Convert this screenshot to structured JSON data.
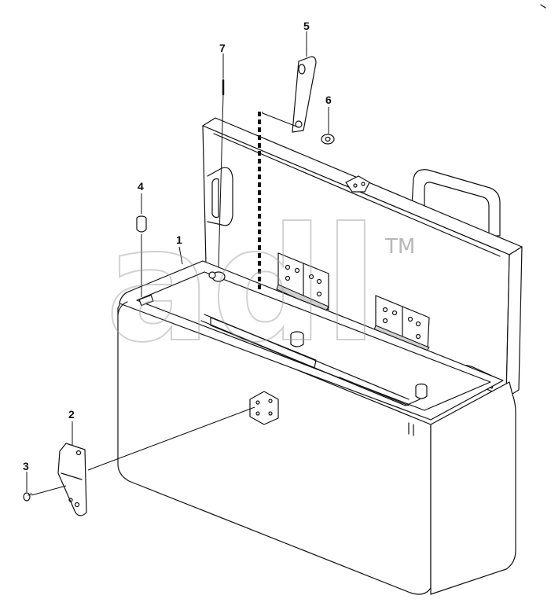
{
  "diagram": {
    "callouts": [
      {
        "id": "1",
        "label": "1"
      },
      {
        "id": "2",
        "label": "2"
      },
      {
        "id": "3",
        "label": "3"
      },
      {
        "id": "4",
        "label": "4"
      },
      {
        "id": "5",
        "label": "5"
      },
      {
        "id": "6",
        "label": "6"
      },
      {
        "id": "7",
        "label": "7"
      }
    ],
    "watermark": {
      "text": "adl",
      "trademark": "TM"
    }
  }
}
